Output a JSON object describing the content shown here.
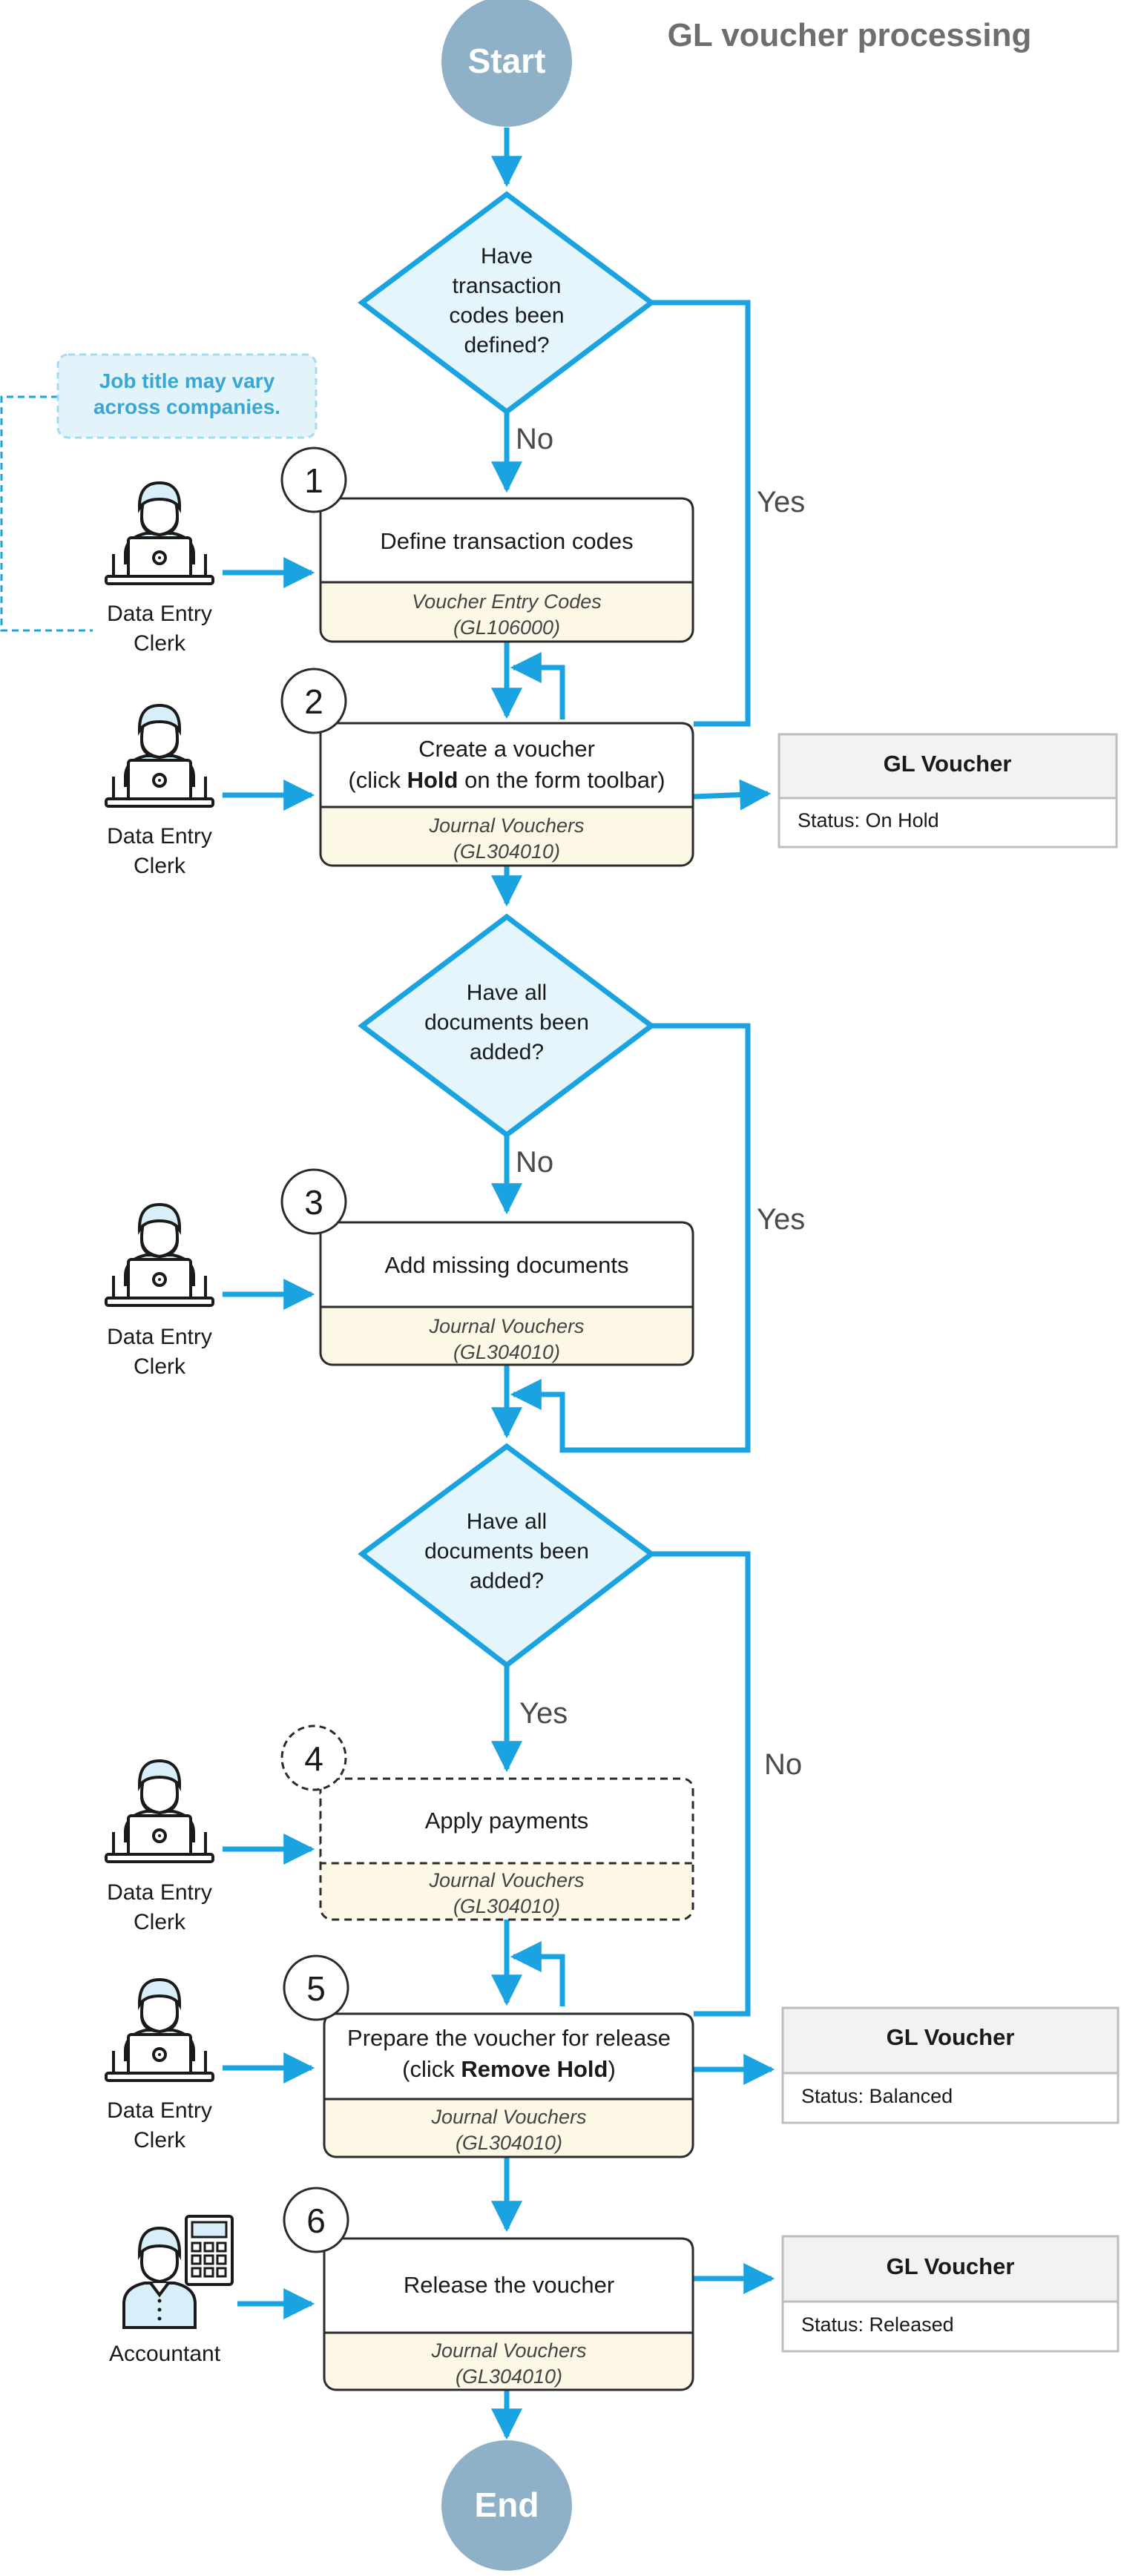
{
  "title": "GL voucher processing",
  "colors": {
    "flow": "#1aa3e0",
    "diamond_fill": "#e4f5fb",
    "terminal": "#8fb1c7",
    "form_fill": "#fdf8e6",
    "box_border": "#2b2b2b",
    "card_border": "#bdbdbd",
    "card_header": "#f2f2f2",
    "note_border": "#a6dbef",
    "note_fill": "#e3f3fa",
    "note_text": "#3aa6d3"
  },
  "terminals": {
    "start": "Start",
    "end": "End"
  },
  "note": {
    "line1": "Job title may vary",
    "line2": "across companies."
  },
  "decisions": [
    {
      "lines": [
        "Have",
        "transaction",
        "codes been",
        "defined?"
      ],
      "down_label": "No",
      "side_label": "Yes"
    },
    {
      "lines": [
        "Have all",
        "documents been",
        "added?"
      ],
      "down_label": "No",
      "side_label": "Yes"
    },
    {
      "lines": [
        "Have all",
        "documents been",
        "added?"
      ],
      "down_label": "Yes",
      "side_label": "No"
    }
  ],
  "steps": [
    {
      "number": "1",
      "title": "Define transaction codes",
      "form_name": "Voucher Entry Codes",
      "form_id": "(GL106000)",
      "actor": [
        "Data Entry",
        "Clerk"
      ]
    },
    {
      "number": "2",
      "title_line1": "Create a voucher",
      "title_pre": "(click ",
      "title_bold": "Hold",
      "title_post": " on the form toolbar)",
      "form_name": "Journal Vouchers",
      "form_id": "(GL304010)",
      "actor": [
        "Data Entry",
        "Clerk"
      ]
    },
    {
      "number": "3",
      "title": "Add missing documents",
      "form_name": "Journal Vouchers",
      "form_id": "(GL304010)",
      "actor": [
        "Data Entry",
        "Clerk"
      ]
    },
    {
      "number": "4",
      "title": "Apply payments",
      "form_name": "Journal Vouchers",
      "form_id": "(GL304010)",
      "actor": [
        "Data Entry",
        "Clerk"
      ]
    },
    {
      "number": "5",
      "title_line1": "Prepare the voucher for release",
      "title_pre": "(click ",
      "title_bold": "Remove Hold",
      "title_post": ")",
      "form_name": "Journal Vouchers",
      "form_id": "(GL304010)",
      "actor": [
        "Data Entry",
        "Clerk"
      ]
    },
    {
      "number": "6",
      "title": "Release the voucher",
      "form_name": "Journal Vouchers",
      "form_id": "(GL304010)",
      "actor": [
        "Accountant"
      ]
    }
  ],
  "cards": [
    {
      "title": "GL Voucher",
      "status": "Status: On Hold"
    },
    {
      "title": "GL Voucher",
      "status": "Status: Balanced"
    },
    {
      "title": "GL Voucher",
      "status": "Status: Released"
    }
  ]
}
